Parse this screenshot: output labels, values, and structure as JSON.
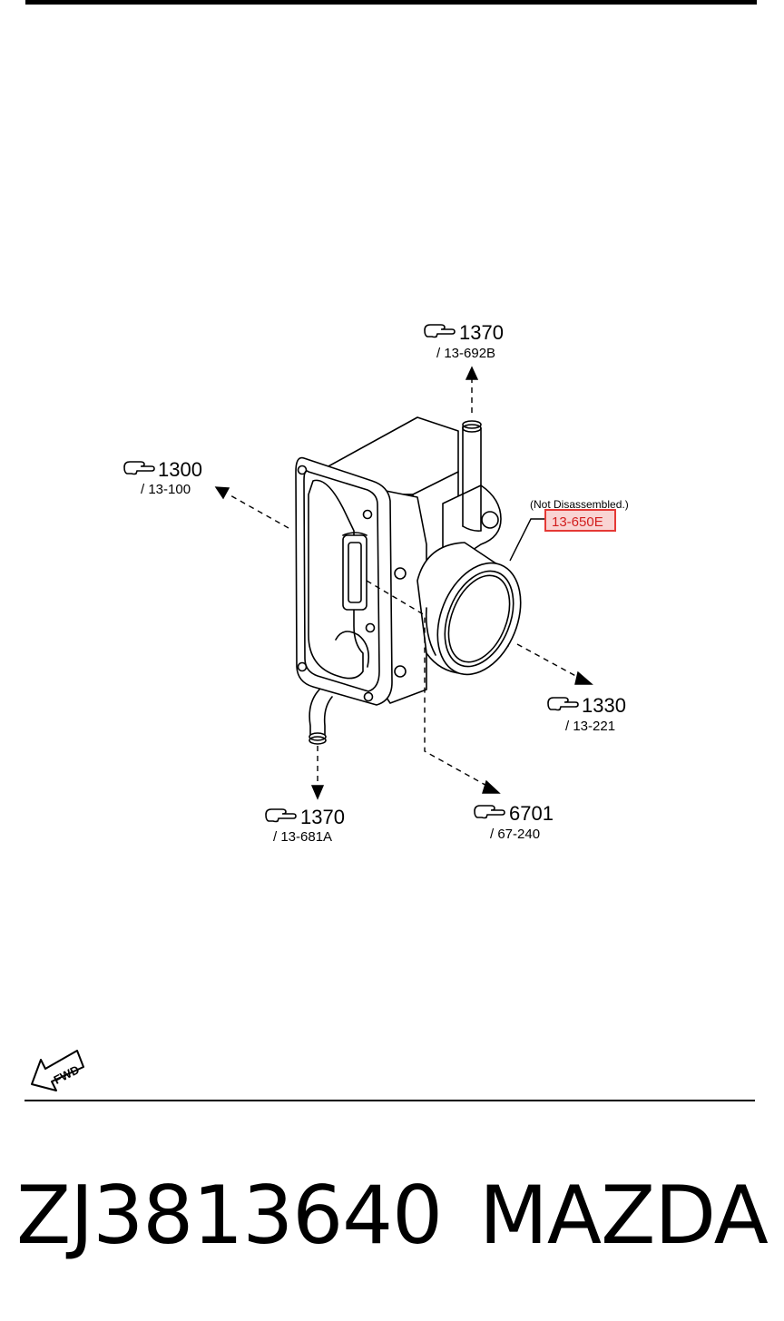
{
  "callouts": [
    {
      "id": "top",
      "ref": "1370",
      "sub": "/ 13-692B"
    },
    {
      "id": "left",
      "ref": "1300",
      "sub": "/ 13-100"
    },
    {
      "id": "right",
      "ref": "1330",
      "sub": "/ 13-221"
    },
    {
      "id": "bottom",
      "ref": "1370",
      "sub": "/ 13-681A"
    },
    {
      "id": "sensor",
      "ref": "6701",
      "sub": "/ 67-240"
    }
  ],
  "highlight": {
    "note": "(Not Disassembled.)",
    "code": "13-650E",
    "color": "#e53935"
  },
  "fwd_label": "FWD",
  "part_number": "ZJ3813640",
  "brand": "MAZDA",
  "icons": {
    "reference": "pointing-hand-icon",
    "direction": "fwd-arrow-icon"
  }
}
